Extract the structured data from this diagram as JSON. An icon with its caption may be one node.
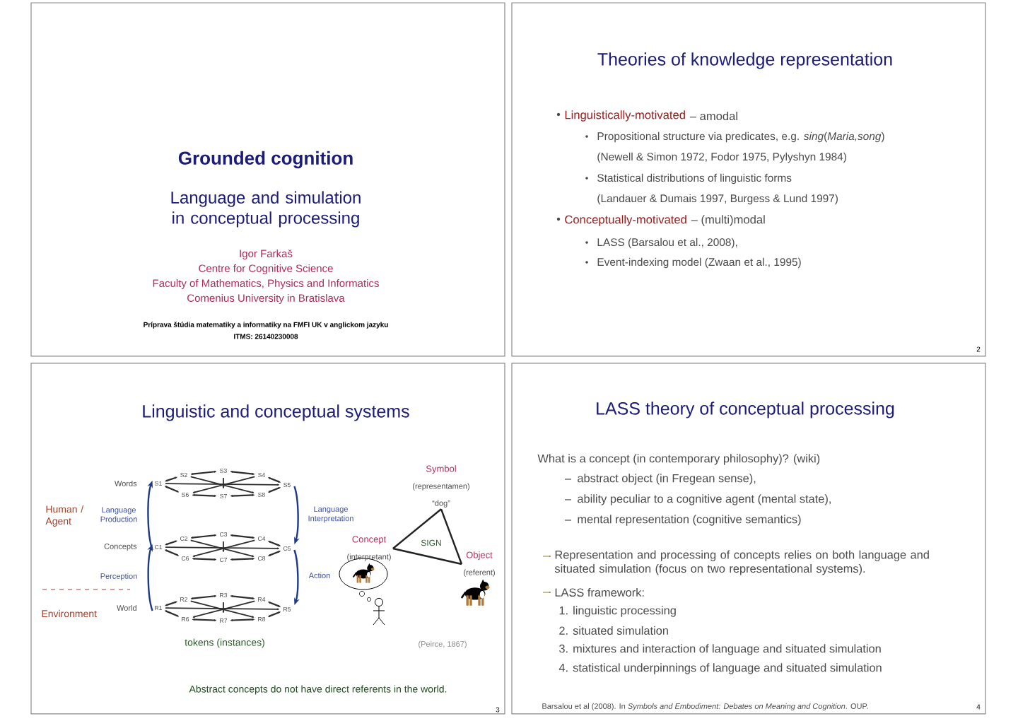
{
  "diagram": {
    "nodes": [
      {
        "text": [
          "Grounded cognition",
          "Language and simulation in conceptual processing",
          "Igor Farkaš",
          "Centre for Cognitive Science",
          "Faculty of Mathematics, Physics and Informatics",
          "Comenius University in Bratislava",
          "Príprava štúdia matematiky a informatiky na FMFI UK v anglickom jazyku",
          "ITMS: 26140230008"
        ]
      },
      {
        "text": [
          "Theories of knowledge representation",
          "Linguistically-motivated",
          "– amodal",
          "Propositional structure via predicates, e.g. *sing*(*Maria,song*)",
          "(Newell & Simon 1972, Fodor 1975, Pylyshyn 1984)",
          "Statistical distributions of linguistic forms",
          "(Landauer & Dumais 1997, Burgess & Lund 1997)",
          "Conceptually-motivated",
          "– (multi)modal",
          "LASS (Barsalou et al., 2008),",
          "Event-indexing model (Zwaan et al., 1995)",
          "2"
        ]
      },
      {
        "text": [
          "Linguistic and conceptual systems",
          "Words",
          "Human / Agent",
          "Concepts",
          "World",
          "Environment",
          "SIGN",
          "tokens (instances)",
          "(Peirce, 1867)",
          "Abstract concepts do not have direct referents in the world.",
          "3"
        ]
      },
      {
        "text": [
          "S1",
          "S2",
          "S3",
          "S4",
          "S5",
          "S6",
          "S7",
          "S8"
        ],
        "in": 2
      },
      {
        "text": [
          "C1",
          "C2",
          "C3",
          "C4",
          "C5",
          "C6",
          "C7",
          "C8"
        ],
        "in": 2
      },
      {
        "text": [
          "R1",
          "R2",
          "R3",
          "R4",
          "R5",
          "R6",
          "R7",
          "R8"
        ],
        "in": 2
      },
      {
        "text": [
          "Symbol",
          "(representamen)",
          "“dog”"
        ],
        "in": 2
      },
      {
        "text": [
          "Concept",
          "(interpretant)"
        ],
        "in": 2
      },
      {
        "text": [
          "Object",
          "(referent)"
        ],
        "in": 2
      },
      {
        "text": [
          "LASS theory of conceptual processing",
          "What is a concept (in contemporary philosophy)? (wiki)",
          "abstract object (in Fregean sense),",
          "ability peculiar to a cognitive agent (mental state),",
          "mental representation (cognitive semantics)",
          "Representation and processing of concepts relies on both language and situated simulation (focus on two representational systems).",
          "LASS framework:",
          "1. linguistic processing",
          "2. situated simulation",
          "3. mixtures and interaction of language and situated simulation",
          "4. statistical underpinnings of language and situated simulation",
          "Barsalou et al (2008). In *Symbols and Embodiment: Debates on Meaning and Cognition*. OUP.",
          "4"
        ]
      }
    ],
    "edges": [
      {
        "from": 4,
        "to": 3,
        "arrow": "to",
        "label": "Language Production"
      },
      {
        "from": 3,
        "to": 4,
        "arrow": "to",
        "label": "Language Interpretation"
      },
      {
        "from": 5,
        "to": 4,
        "arrow": "to",
        "label": "Perception"
      },
      {
        "from": 4,
        "to": 5,
        "arrow": "to",
        "label": "Action"
      },
      {
        "from": 6,
        "to": 7,
        "arrow": "none",
        "color": "#222222"
      },
      {
        "from": 6,
        "to": 8,
        "arrow": "none",
        "color": "#222222"
      },
      {
        "from": 7,
        "to": 8,
        "arrow": "none",
        "color": "#222222"
      }
    ]
  }
}
